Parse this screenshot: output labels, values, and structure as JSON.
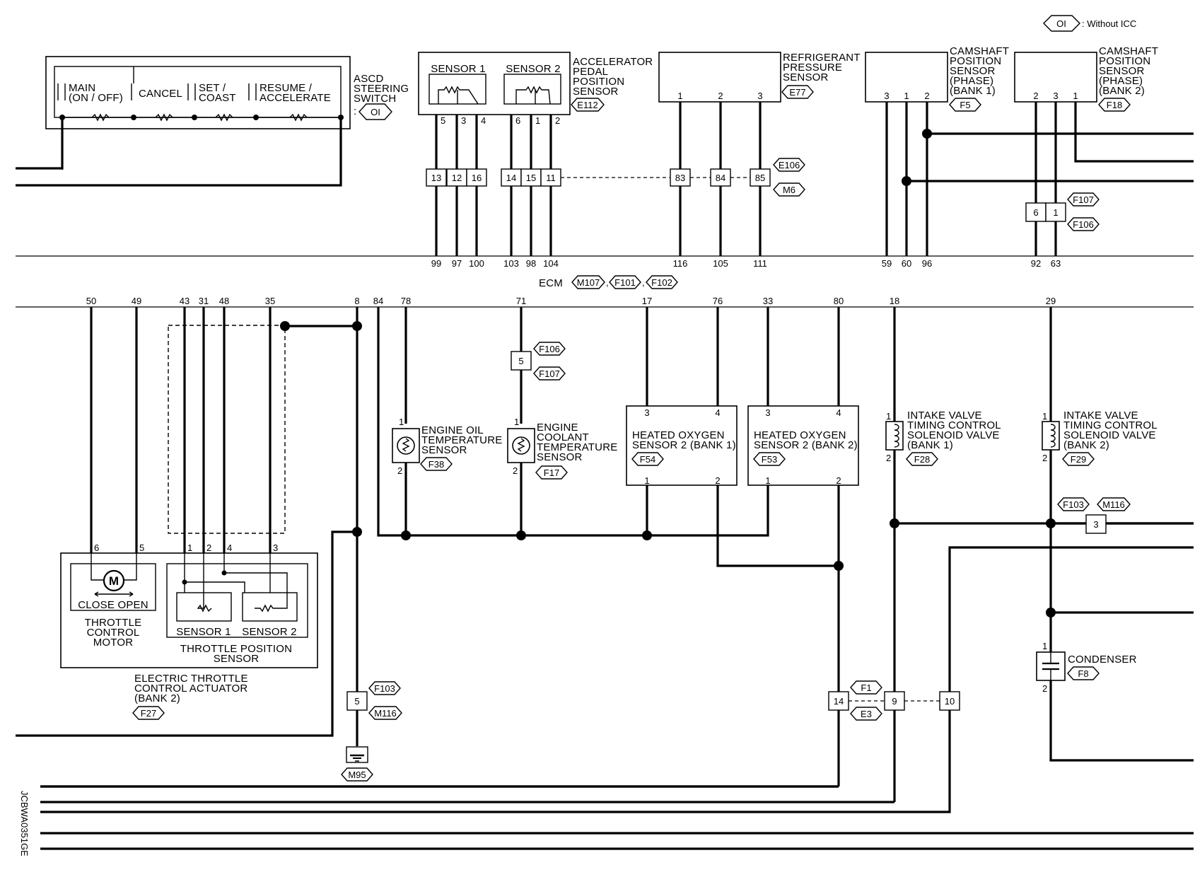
{
  "legend": {
    "tag": "OI",
    "text": ": Without ICC"
  },
  "ecm": {
    "label": "ECM",
    "connectors": [
      "M107",
      "F101",
      "F102"
    ]
  },
  "asco": {
    "title": [
      "ASCD",
      "STEERING",
      "SWITCH"
    ],
    "tag": "OI",
    "switches": {
      "main": [
        "MAIN",
        "(ON / OFF)"
      ],
      "cancel": "CANCEL",
      "set": [
        "SET /",
        "COAST"
      ],
      "resume": [
        "RESUME /",
        "ACCELERATE"
      ]
    }
  },
  "apps": {
    "title": [
      "ACCELERATOR",
      "PEDAL",
      "POSITION",
      "SENSOR"
    ],
    "connector": "E112",
    "sensor1": "SENSOR 1",
    "sensor2": "SENSOR 2",
    "pins": [
      "5",
      "3",
      "4",
      "6",
      "1",
      "2"
    ],
    "joint": [
      "13",
      "12",
      "16",
      "14",
      "15",
      "11"
    ],
    "ecm_pins": [
      "99",
      "97",
      "100",
      "103",
      "98",
      "104"
    ]
  },
  "refrig": {
    "title": [
      "REFRIGERANT",
      "PRESSURE",
      "SENSOR"
    ],
    "connector": "E77",
    "pins": [
      "1",
      "2",
      "3"
    ],
    "joint": [
      "83",
      "84",
      "85"
    ],
    "joint_connectors": [
      "E106",
      "M6"
    ],
    "ecm_pins": [
      "116",
      "105",
      "111"
    ]
  },
  "cam1": {
    "title": [
      "CAMSHAFT",
      "POSITION",
      "SENSOR",
      "(PHASE)",
      "(BANK 1)"
    ],
    "connector": "F5",
    "pins": [
      "3",
      "1",
      "2"
    ],
    "ecm_pins": [
      "59",
      "60",
      "96"
    ]
  },
  "cam2": {
    "title": [
      "CAMSHAFT",
      "POSITION",
      "SENSOR",
      "(PHASE)",
      "(BANK 2)"
    ],
    "connector": "F18",
    "pins": [
      "2",
      "3",
      "1"
    ],
    "joint": [
      "6",
      "1"
    ],
    "joint_connectors": [
      "F107",
      "F106"
    ],
    "ecm_pins": [
      "92",
      "63"
    ]
  },
  "lower_pins": [
    "50",
    "49",
    "43",
    "31",
    "48",
    "35",
    "8",
    "84",
    "78",
    "71",
    "17",
    "76",
    "33",
    "80",
    "18",
    "29"
  ],
  "etc": {
    "title": [
      "ELECTRIC THROTTLE",
      "CONTROL ACTUATOR",
      "(BANK 2)"
    ],
    "connector": "F27",
    "motor": {
      "symbol": "M",
      "close_open": "CLOSE  OPEN",
      "title": [
        "THROTTLE",
        "CONTROL",
        "MOTOR"
      ]
    },
    "tps": {
      "sensor1": "SENSOR 1",
      "sensor2": "SENSOR 2",
      "title": [
        "THROTTLE POSITION",
        "SENSOR"
      ]
    },
    "pins": [
      "6",
      "5",
      "1",
      "2",
      "4",
      "3"
    ]
  },
  "ground": {
    "joint": "5",
    "connectors": [
      "F103",
      "M116"
    ],
    "ground_connector": "M95"
  },
  "eot": {
    "title": [
      "ENGINE OIL",
      "TEMPERATURE",
      "SENSOR"
    ],
    "connector": "F38",
    "pins": [
      "1",
      "2"
    ]
  },
  "ect": {
    "title": [
      "ENGINE",
      "COOLANT",
      "TEMPERATURE",
      "SENSOR"
    ],
    "connector": "F17",
    "pins": [
      "1",
      "2"
    ],
    "joint": "5",
    "joint_connectors": [
      "F106",
      "F107"
    ]
  },
  "ho2s1": {
    "title": [
      "HEATED OXYGEN",
      "SENSOR 2 (BANK 1)"
    ],
    "connector": "F54",
    "pins": [
      "3",
      "4",
      "1",
      "2"
    ]
  },
  "ho2s2": {
    "title": [
      "HEATED OXYGEN",
      "SENSOR 2 (BANK 2)"
    ],
    "connector": "F53",
    "pins": [
      "3",
      "4",
      "1",
      "2"
    ]
  },
  "ivt1": {
    "title": [
      "INTAKE VALVE",
      "TIMING CONTROL",
      "SOLENOID VALVE",
      "(BANK 1)"
    ],
    "connector": "F28",
    "pins": [
      "1",
      "2"
    ]
  },
  "ivt2": {
    "title": [
      "INTAKE VALVE",
      "TIMING CONTROL",
      "SOLENOID VALVE",
      "(BANK 2)"
    ],
    "connector": "F29",
    "pins": [
      "1",
      "2"
    ]
  },
  "condenser": {
    "title": "CONDENSER",
    "connector": "F8",
    "pins": [
      "1",
      "2"
    ]
  },
  "right_joint": {
    "pin": "3",
    "connectors": [
      "F103",
      "M116"
    ]
  },
  "bottom_joint": {
    "pins": [
      "14",
      "9",
      "10"
    ],
    "connectors": [
      "F1",
      "E3"
    ]
  },
  "figure_code": "JCBWA0351GE"
}
